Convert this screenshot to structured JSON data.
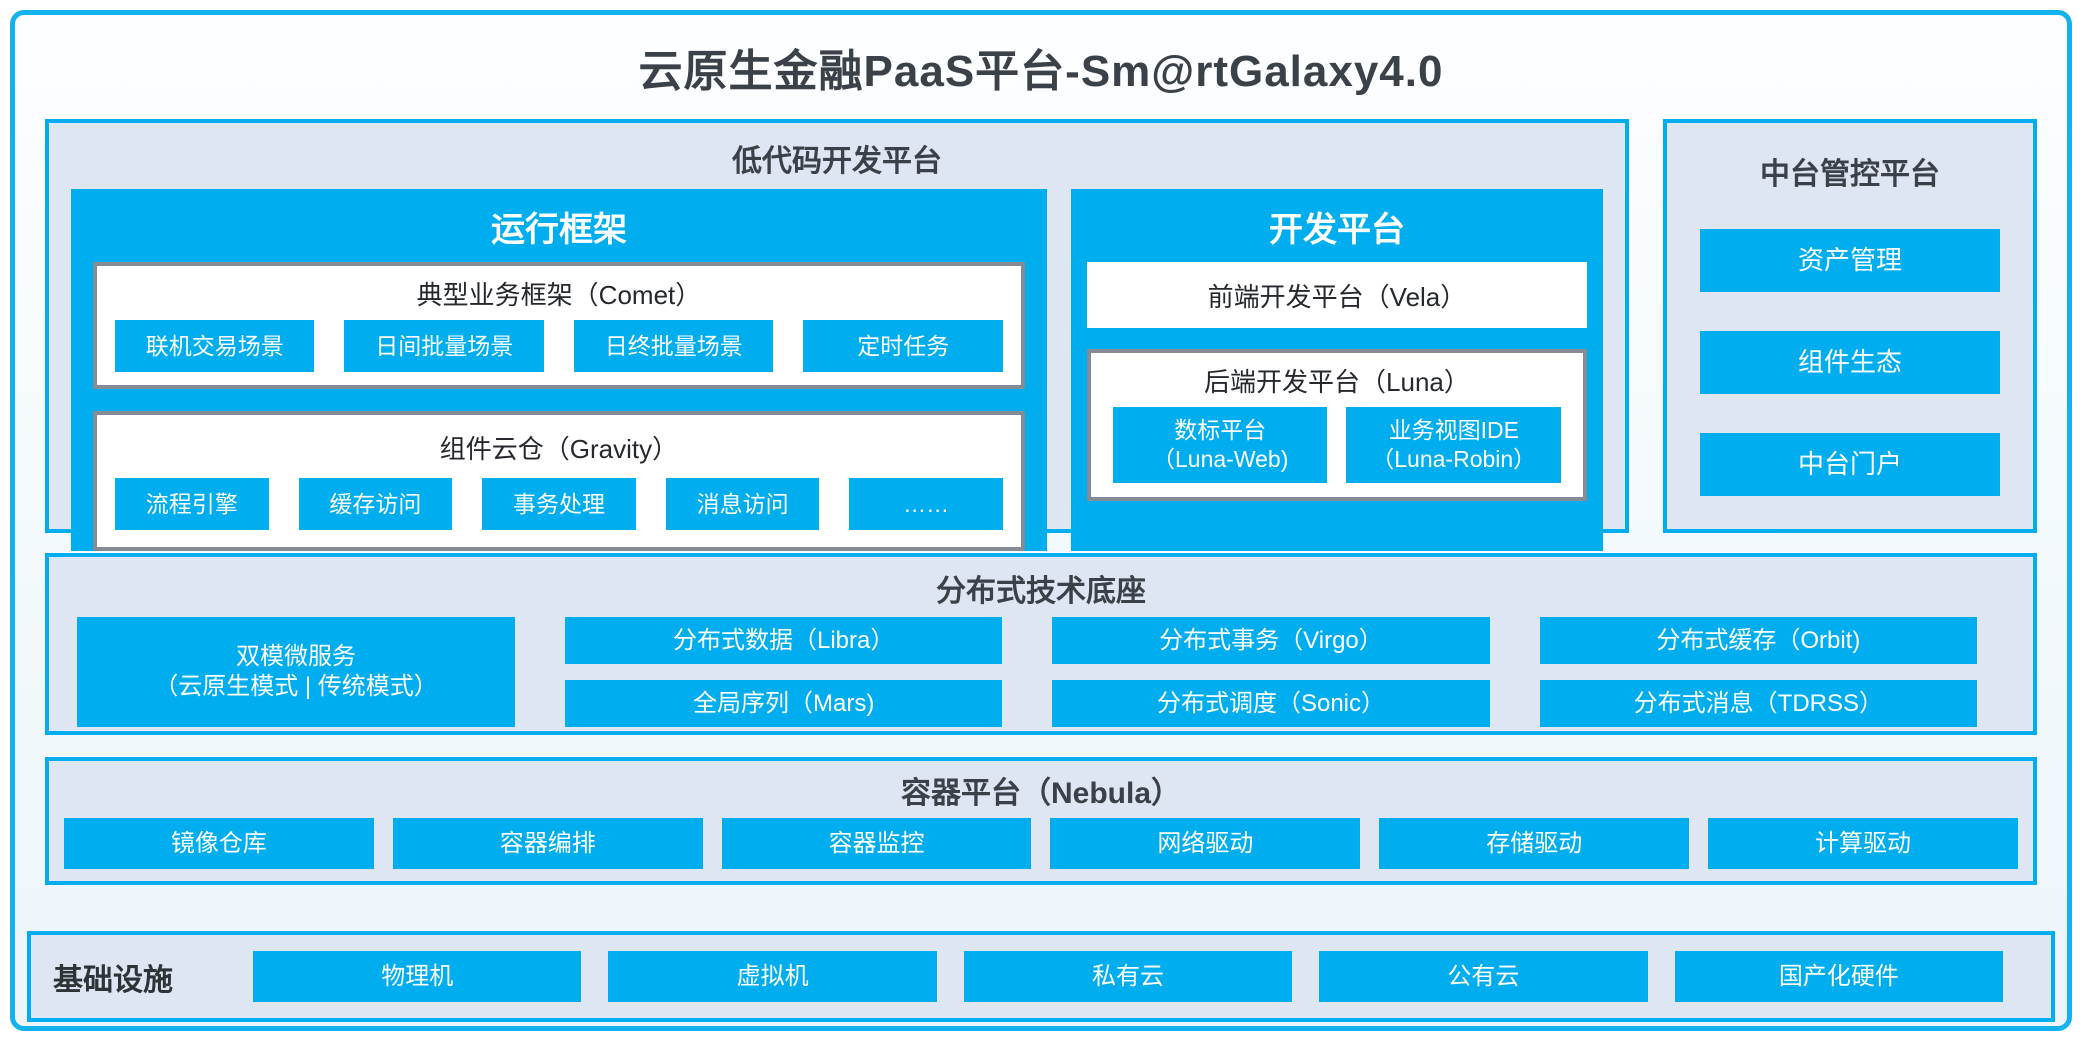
{
  "title": "云原生金融PaaS平台-Sm@rtGalaxy4.0",
  "colors": {
    "accent": "#00AEEF",
    "panel_bg": "#DDE6F2",
    "gray_border": "#858C93",
    "dark_text": "#3B4148"
  },
  "lowcode": {
    "title": "低代码开发平台",
    "runtime": {
      "title": "运行框架",
      "comet": {
        "title": "典型业务框架（Comet）",
        "items": [
          "联机交易场景",
          "日间批量场景",
          "日终批量场景",
          "定时任务"
        ]
      },
      "gravity": {
        "title": "组件云仓（Gravity）",
        "items": [
          "流程引擎",
          "缓存访问",
          "事务处理",
          "消息访问",
          "……"
        ]
      }
    },
    "dev": {
      "title": "开发平台",
      "vela": "前端开发平台（Vela）",
      "luna": {
        "title": "后端开发平台（Luna）",
        "items": [
          {
            "line1": "数标平台",
            "line2": "（Luna-Web)"
          },
          {
            "line1": "业务视图IDE",
            "line2": "（Luna-Robin）"
          }
        ]
      }
    }
  },
  "midplatform": {
    "title": "中台管控平台",
    "items": [
      "资产管理",
      "组件生态",
      "中台门户"
    ]
  },
  "distributed": {
    "title": "分布式技术底座",
    "dual_mode": {
      "line1": "双模微服务",
      "line2": "（云原生模式 | 传统模式）"
    },
    "row1": [
      "分布式数据（Libra）",
      "分布式事务（Virgo）",
      "分布式缓存（Orbit)"
    ],
    "row2": [
      "全局序列（Mars)",
      "分布式调度（Sonic）",
      "分布式消息（TDRSS）"
    ]
  },
  "container_platform": {
    "title": "容器平台（Nebula）",
    "items": [
      "镜像仓库",
      "容器编排",
      "容器监控",
      "网络驱动",
      "存储驱动",
      "计算驱动"
    ]
  },
  "infrastructure": {
    "title": "基础设施",
    "items": [
      "物理机",
      "虚拟机",
      "私有云",
      "公有云",
      "国产化硬件"
    ]
  }
}
